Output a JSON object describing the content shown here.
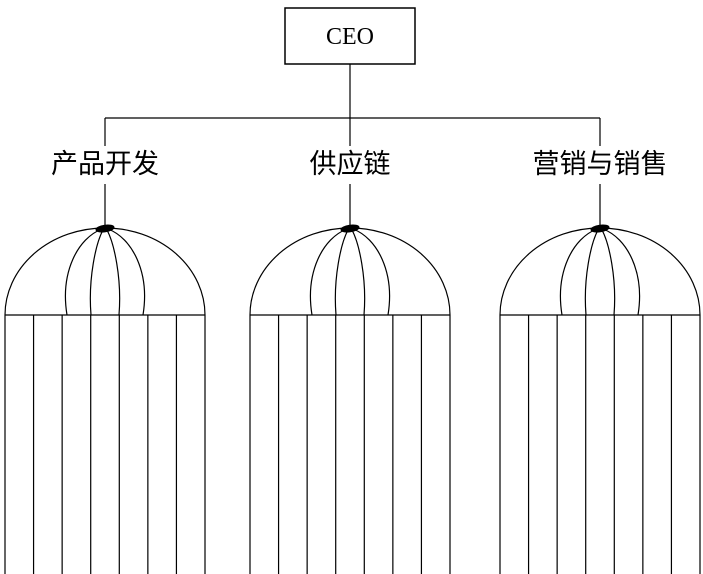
{
  "diagram": {
    "root": {
      "label": "CEO"
    },
    "departments": [
      {
        "label": "产品开发"
      },
      {
        "label": "供应链"
      },
      {
        "label": "营销与销售"
      }
    ],
    "colors": {
      "line": "#000000",
      "background": "#ffffff"
    }
  }
}
